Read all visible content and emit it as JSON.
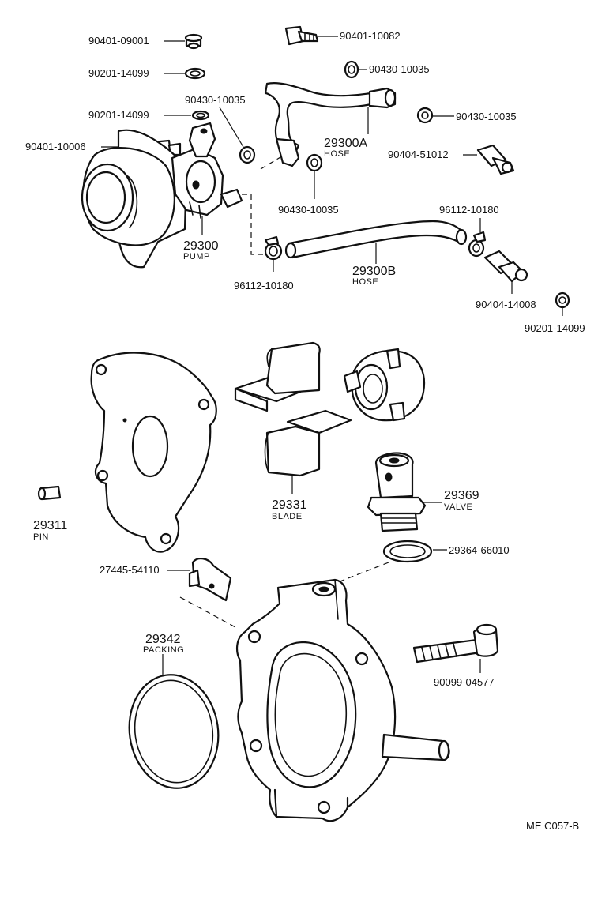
{
  "labels": {
    "p_90401_09001": "90401-09001",
    "p_90401_10082": "90401-10082",
    "p_90201_14099_a": "90201-14099",
    "p_90430_10035_a": "90430-10035",
    "p_90201_14099_b": "90201-14099",
    "p_90430_10035_b": "90430-10035",
    "p_90401_10006": "90401-10006",
    "p_90430_10035_c": "90430-10035",
    "p_29300a": "29300A",
    "p_29300a_desc": "HOSE",
    "p_90404_51012": "90404-51012",
    "p_29300": "29300",
    "p_29300_desc": "PUMP",
    "p_90430_10035_d": "90430-10035",
    "p_96112_10180_a": "96112-10180",
    "p_29300b": "29300B",
    "p_29300b_desc": "HOSE",
    "p_96112_10180_b": "96112-10180",
    "p_90404_14008": "90404-14008",
    "p_90201_14099_c": "90201-14099",
    "p_29311": "29311",
    "p_29311_desc": "PIN",
    "p_29331": "29331",
    "p_29331_desc": "BLADE",
    "p_29369": "29369",
    "p_29369_desc": "VALVE",
    "p_29364_66010": "29364-66010",
    "p_27445_54110": "27445-54110",
    "p_29342": "29342",
    "p_29342_desc": "PACKING",
    "p_90099_04577": "90099-04577",
    "ref_code": "ME C057-B"
  }
}
